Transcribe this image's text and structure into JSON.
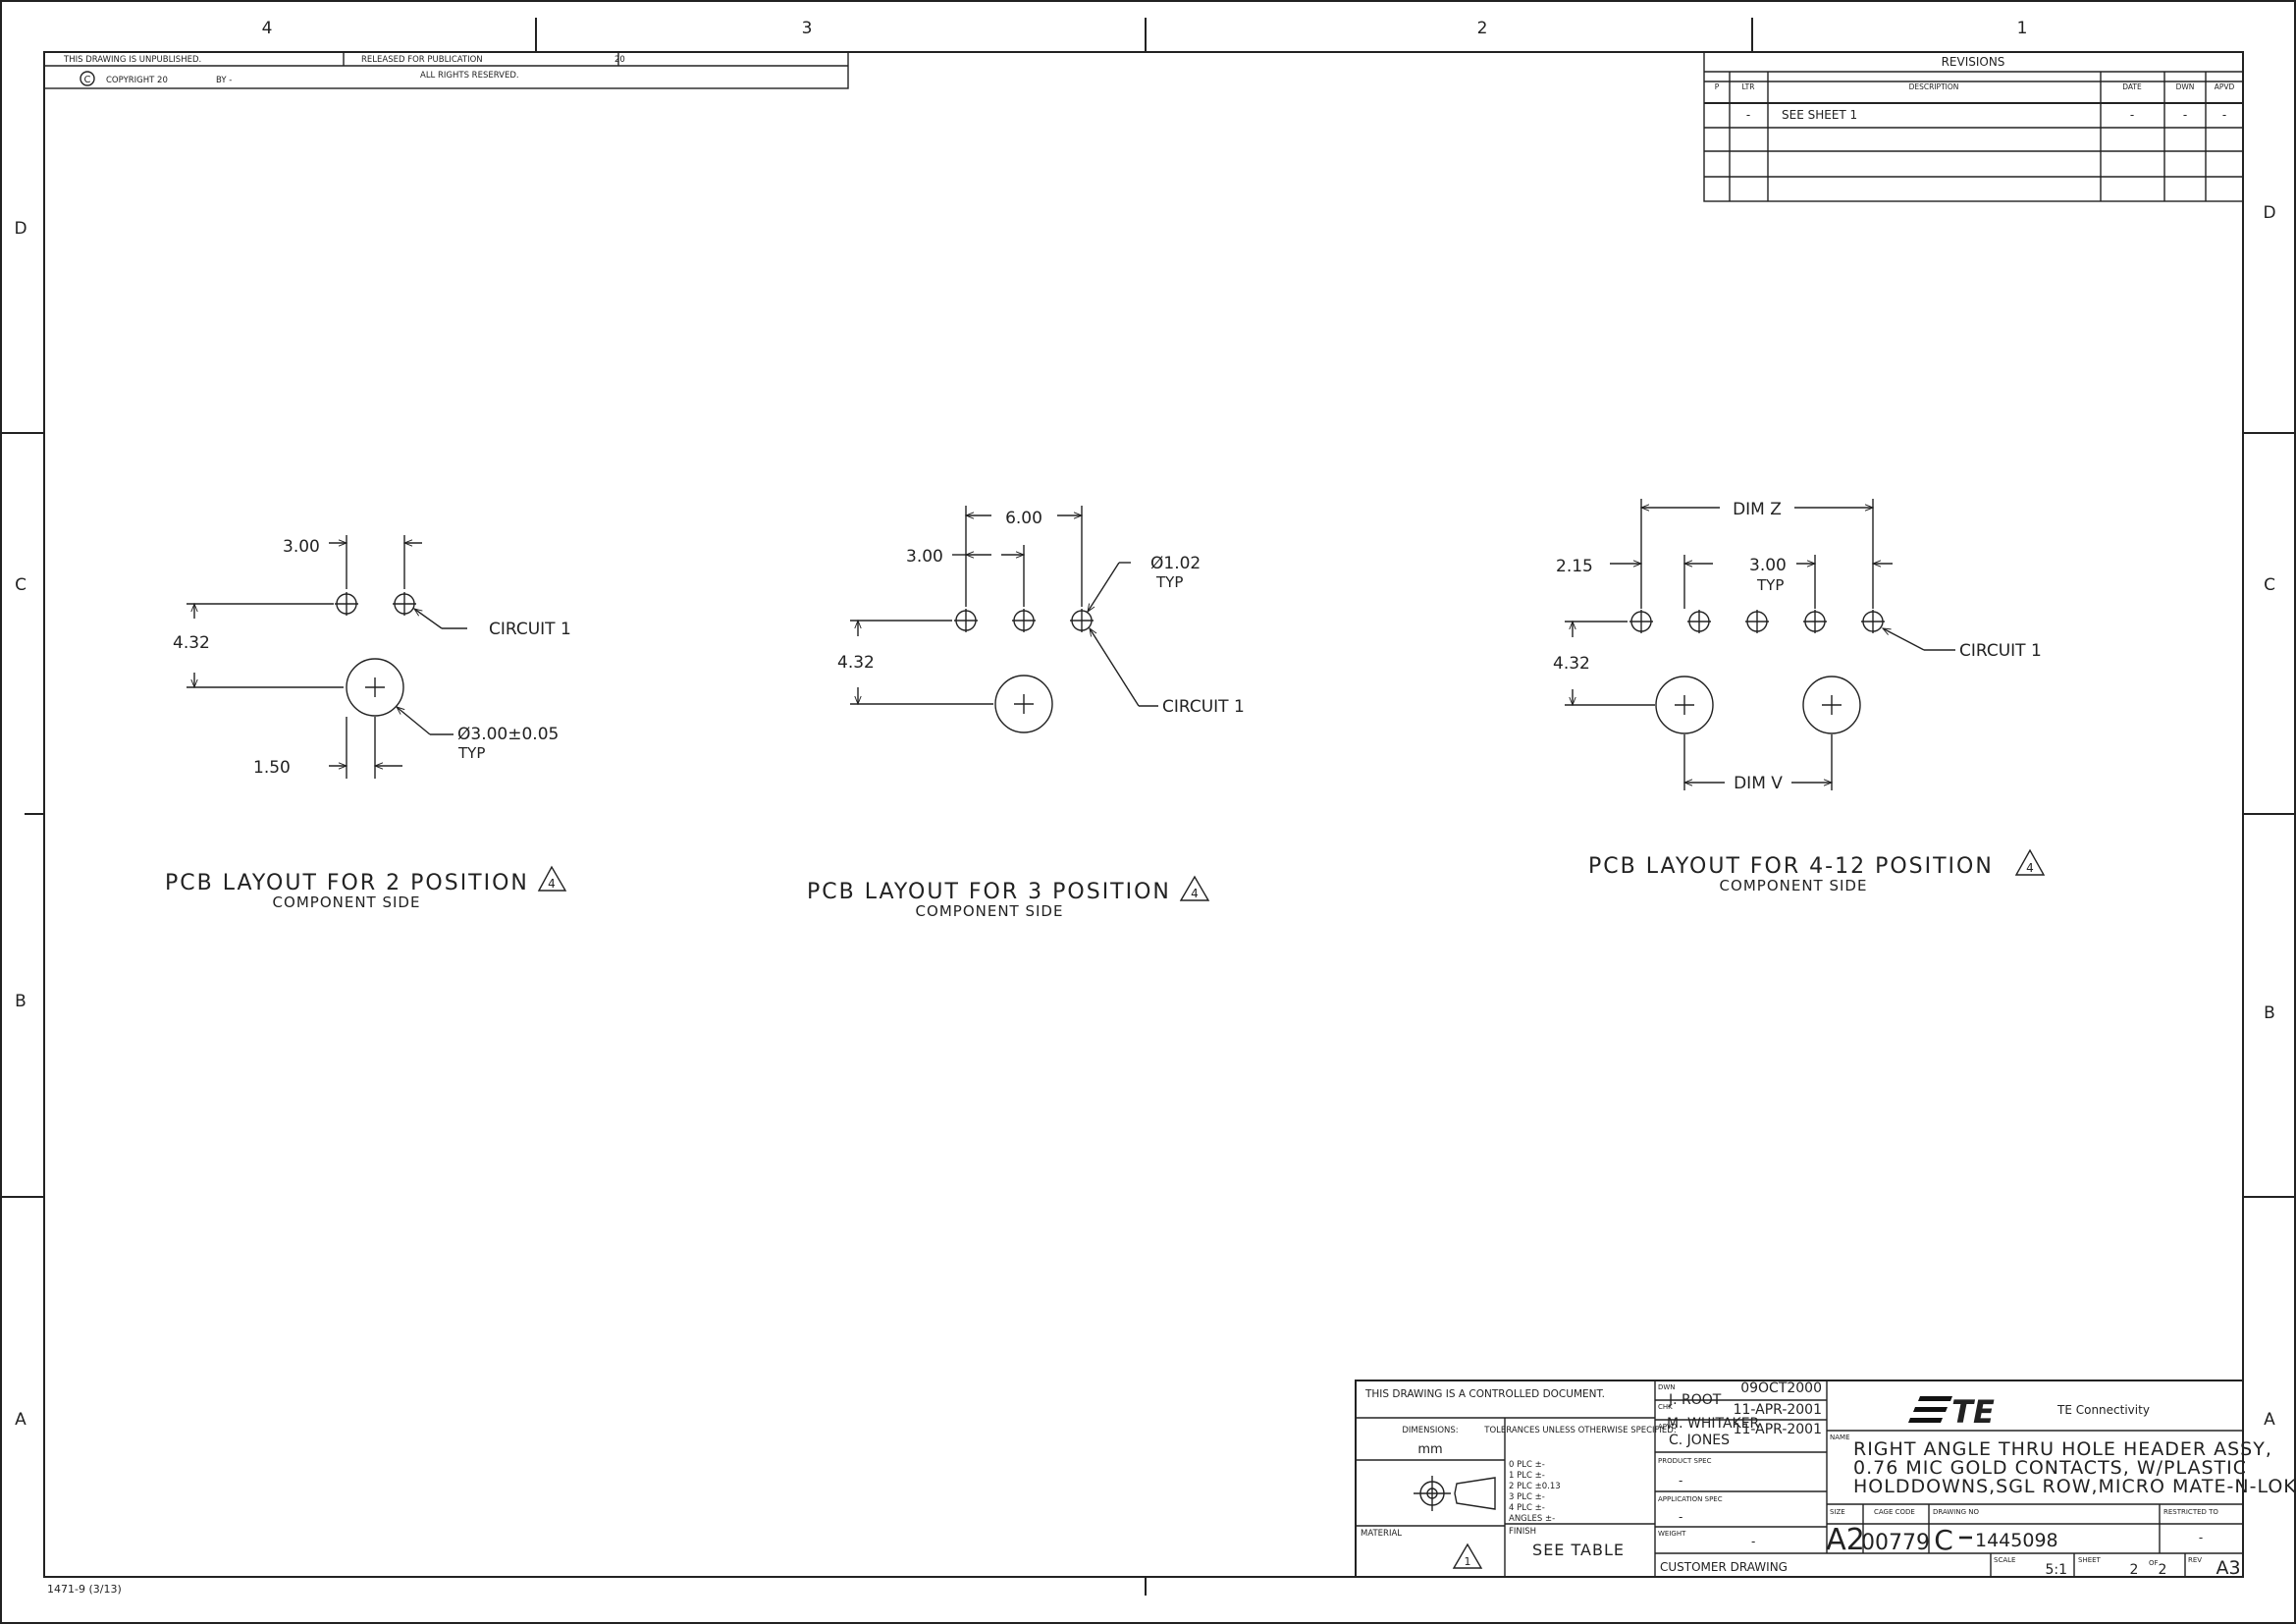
{
  "frame": {
    "zones_top": [
      "4",
      "3",
      "2",
      "1"
    ],
    "zones_side": [
      "D",
      "C",
      "B",
      "A"
    ],
    "form_id": "1471-9 (3/13)"
  },
  "top_notice": {
    "unpublished": "THIS DRAWING IS UNPUBLISHED.",
    "released": "RELEASED FOR PUBLICATION",
    "released_year": "20",
    "copyright": "COPYRIGHT 20",
    "by": "BY -",
    "rights": "ALL RIGHTS RESERVED."
  },
  "revisions": {
    "title": "REVISIONS",
    "headers": [
      "P",
      "LTR",
      "DESCRIPTION",
      "DATE",
      "DWN",
      "APVD"
    ],
    "rows": [
      [
        "",
        "-",
        "SEE SHEET 1",
        "-",
        "-",
        "-"
      ],
      [
        "",
        "",
        "",
        "",
        "",
        ""
      ],
      [
        "",
        "",
        "",
        "",
        "",
        ""
      ],
      [
        "",
        "",
        "",
        "",
        "",
        ""
      ]
    ]
  },
  "views": {
    "v2": {
      "dims": {
        "pitch": "3.00",
        "row": "4.32",
        "offset": "1.50",
        "hole": "Ø3.00±0.05",
        "typ": "TYP",
        "circuit": "CIRCUIT 1"
      },
      "title": "PCB LAYOUT FOR 2 POSITION",
      "subtitle": "COMPONENT SIDE",
      "flag": "4"
    },
    "v3": {
      "dims": {
        "span": "6.00",
        "pitch": "3.00",
        "row": "4.32",
        "hole": "Ø1.02",
        "typ": "TYP",
        "circuit": "CIRCUIT 1"
      },
      "title": "PCB LAYOUT FOR 3 POSITION",
      "subtitle": "COMPONENT SIDE",
      "flag": "4"
    },
    "v4": {
      "dims": {
        "dimz": "DIM Z",
        "edge": "2.15",
        "pitch": "3.00",
        "typ": "TYP",
        "row": "4.32",
        "dimv": "DIM V",
        "circuit": "CIRCUIT 1"
      },
      "title": "PCB LAYOUT FOR 4-12 POSITION",
      "subtitle": "COMPONENT SIDE",
      "flag": "4"
    }
  },
  "title_block": {
    "controlled": "THIS DRAWING IS A CONTROLLED DOCUMENT.",
    "dimensions_label": "DIMENSIONS:",
    "dimensions_unit": "mm",
    "tolerances_label": "TOLERANCES UNLESS OTHERWISE SPECIFIED:",
    "tolerances": [
      "0 PLC   ±-",
      "1 PLC   ±-",
      "2 PLC   ±0.13",
      "3 PLC   ±-",
      "4 PLC   ±-",
      "ANGLES          ±-"
    ],
    "material_label": "MATERIAL",
    "material_flag": "1",
    "finish_label": "FINISH",
    "finish_value": "SEE TABLE",
    "dwn_label": "DWN",
    "dwn_name": "J. ROOT",
    "dwn_date": "09OCT2000",
    "chk_label": "CHK",
    "chk_name": "M. WHITAKER",
    "chk_date": "11-APR-2001",
    "apvd_label": "APVD",
    "apvd_name": "C. JONES",
    "apvd_date": "11-APR-2001",
    "product_spec_label": "PRODUCT SPEC",
    "product_spec": "-",
    "application_spec_label": "APPLICATION SPEC",
    "application_spec": "-",
    "weight_label": "WEIGHT",
    "weight": "-",
    "customer_drawing": "CUSTOMER DRAWING",
    "logo_text": "TE",
    "company": "TE Connectivity",
    "name_label": "NAME",
    "name_lines": [
      "RIGHT ANGLE THRU HOLE HEADER ASSY,",
      "0.76 MIC GOLD CONTACTS, W/PLASTIC",
      "HOLDDOWNS,SGL ROW,MICRO MATE-N-LOK"
    ],
    "size_label": "SIZE",
    "size": "A2",
    "cage_label": "CAGE CODE",
    "cage": "00779",
    "dwg_label": "DRAWING NO",
    "dwg_prefix": "C",
    "dwg_no": "1445098",
    "restricted_label": "RESTRICTED TO",
    "restricted": "-",
    "scale_label": "SCALE",
    "scale": "5:1",
    "sheet_label": "SHEET",
    "sheet": "2",
    "of_label": "OF",
    "of": "2",
    "rev_label": "REV",
    "rev": "A3"
  }
}
